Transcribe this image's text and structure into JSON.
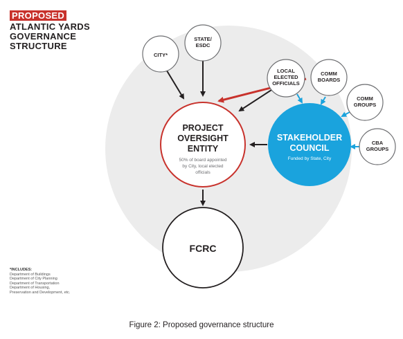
{
  "header": {
    "tag": "PROPOSED",
    "title_lines": [
      "ATLANTIC YARDS",
      "GOVERNANCE",
      "STRUCTURE"
    ]
  },
  "nodes": {
    "city": {
      "lines": [
        "CITY*"
      ]
    },
    "state": {
      "lines": [
        "STATE/",
        "ESDC"
      ]
    },
    "local": {
      "lines": [
        "LOCAL",
        "ELECTED",
        "OFFICIALS"
      ]
    },
    "comm_boards": {
      "lines": [
        "COMM",
        "BOARDS"
      ]
    },
    "comm_groups": {
      "lines": [
        "COMM",
        "GROUPS"
      ]
    },
    "cba": {
      "lines": [
        "CBA",
        "GROUPS"
      ]
    },
    "poe": {
      "title_lines": [
        "PROJECT",
        "OVERSIGHT",
        "ENTITY"
      ],
      "desc_lines": [
        "50% of board appointed",
        "by City, local elected",
        "officials"
      ]
    },
    "stakeholder": {
      "title_lines": [
        "STAKEHOLDER",
        "COUNCIL"
      ],
      "desc_lines": [
        "Funded by State, City"
      ]
    },
    "fcrc": {
      "lines": [
        "FCRC"
      ]
    }
  },
  "footnote": {
    "heading": "*INCLUDES:",
    "items": [
      "Department of Buildings",
      "Department of City Planning",
      "Department of Transportation",
      "Department of Housing,",
      "Preservation and Development, etc."
    ]
  },
  "caption": "Figure 2: Proposed governance structure",
  "colors": {
    "accent_red": "#c8322c",
    "accent_blue": "#1aa3dd",
    "dark": "#231f20",
    "background_blob": "#ececec"
  }
}
